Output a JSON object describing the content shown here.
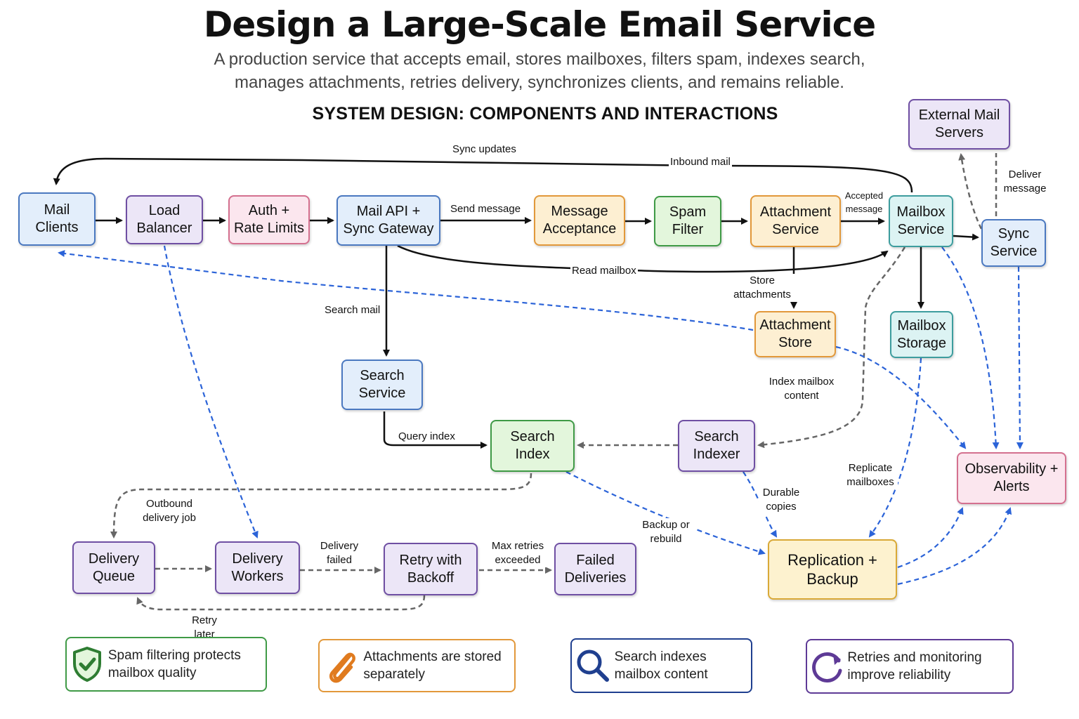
{
  "title": "Design a Large-Scale Email Service",
  "subtitle": "A production service that accepts email, stores mailboxes, filters spam, indexes search, manages attachments, retries delivery, synchronizes clients, and remains reliable.",
  "section_heading": "SYSTEM DESIGN: COMPONENTS AND INTERACTIONS",
  "colors": {
    "blue_fill": "#e3eefb",
    "blue_border": "#4a78c0",
    "purple_fill": "#ece6f7",
    "purple_border": "#6f4fa3",
    "pink_fill": "#fbe6ee",
    "pink_border": "#d4708f",
    "orange_fill": "#fdefd2",
    "orange_border": "#e2983a",
    "green_fill": "#e3f6dc",
    "green_border": "#3f9a46",
    "teal_fill": "#dcf3f3",
    "teal_border": "#3d9d9e",
    "yellow_fill": "#fdf2cf",
    "yellow_border": "#d9a937",
    "solid_arrow": "#111111",
    "gray_dashed_arrow": "#666666",
    "blue_dashed_arrow": "#2b63d8"
  },
  "nodes": {
    "mail_clients": "Mail Clients",
    "load_balancer": "Load Balancer",
    "auth_rate_limits": "Auth + Rate Limits",
    "mail_api": "Mail API + Sync Gateway",
    "message_acceptance": "Message Acceptance",
    "spam_filter": "Spam Filter",
    "attachment_service": "Attachment Service",
    "mailbox_service": "Mailbox Service",
    "external_mail_servers": "External Mail Servers",
    "sync_service": "Sync Service",
    "attachment_store": "Attachment Store",
    "mailbox_storage": "Mailbox Storage",
    "search_service": "Search Service",
    "search_index": "Search Index",
    "search_indexer": "Search Indexer",
    "observability": "Observability + Alerts",
    "delivery_queue": "Delivery Queue",
    "delivery_workers": "Delivery Workers",
    "retry_backoff": "Retry with Backoff",
    "failed_deliveries": "Failed Deliveries",
    "replication_backup": "Replication + Backup"
  },
  "edge_labels": {
    "sync_updates": "Sync updates",
    "inbound_mail": "Inbound mail",
    "send_message": "Send message",
    "accepted_message": "Accepted message",
    "read_mailbox": "Read mailbox",
    "search_mail": "Search mail",
    "store_attachments": "Store attachments",
    "deliver_message": "Deliver message",
    "index_mailbox_content": "Index mailbox content",
    "query_index": "Query index",
    "outbound_delivery_job": "Outbound delivery job",
    "delivery_failed": "Delivery failed",
    "max_retries_exceeded": "Max retries exceeded",
    "retry_later": "Retry later",
    "backup_or_rebuild": "Backup or rebuild",
    "durable_copies": "Durable copies",
    "replicate_mailboxes": "Replicate mailboxes"
  },
  "cards": {
    "spam": {
      "text": "Spam filtering protects mailbox quality",
      "icon": "shield-check-icon"
    },
    "attachments": {
      "text": "Attachments are stored separately",
      "icon": "paperclip-icon"
    },
    "search": {
      "text": "Search indexes mailbox content",
      "icon": "magnifier-icon"
    },
    "retries": {
      "text": "Retries and monitoring improve reliability",
      "icon": "refresh-icon"
    }
  }
}
